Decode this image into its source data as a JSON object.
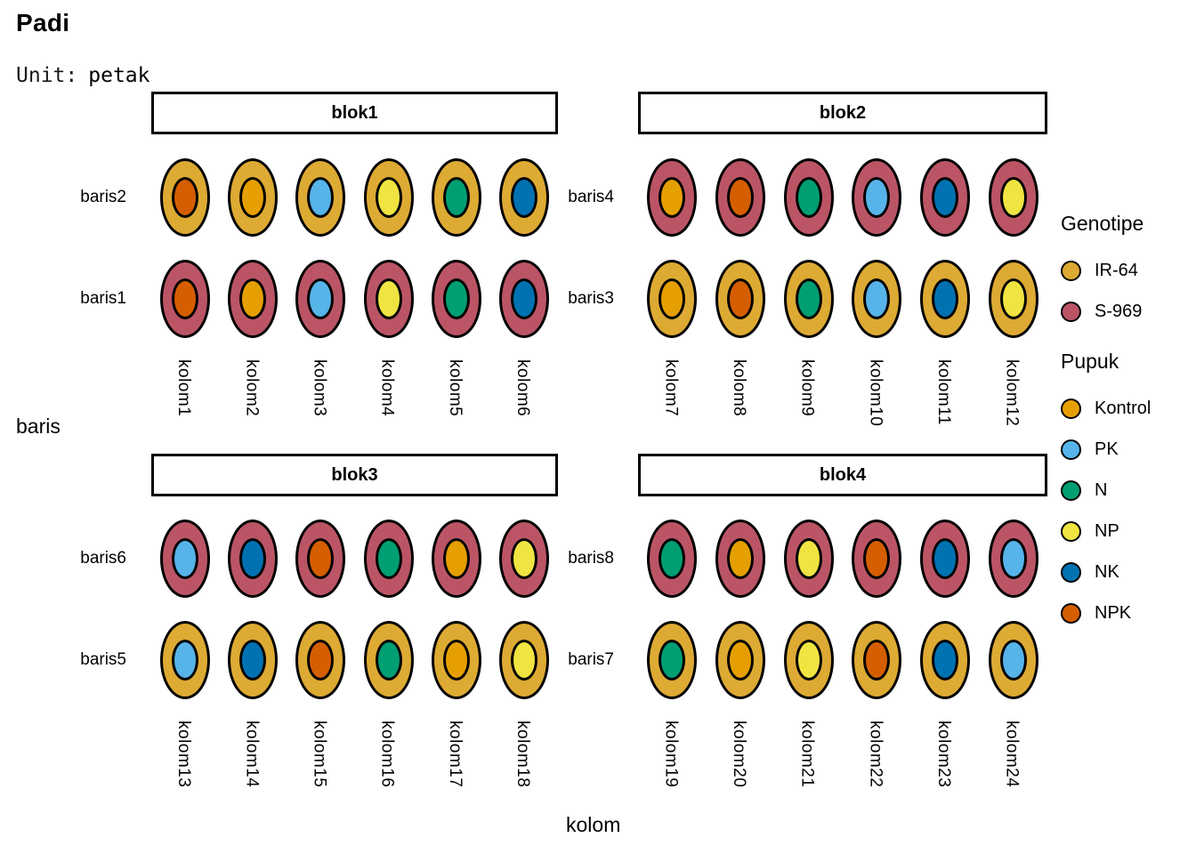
{
  "chart_data": {
    "type": "table",
    "title": "Padi",
    "unit_label": "Unit:",
    "unit_value": "petak",
    "xlabel": "kolom",
    "ylabel": "baris",
    "colors": {
      "genotype": {
        "IR-64": "#DDAA33",
        "S-969": "#BB5566"
      },
      "pupuk": {
        "Kontrol": "#E69F00",
        "PK": "#56B4E9",
        "N": "#009E73",
        "NP": "#F0E442",
        "NK": "#0072B2",
        "NPK": "#D55E00"
      }
    },
    "legend": {
      "genotype_title": "Genotipe",
      "genotype_items": [
        {
          "label": "IR-64",
          "color": "#DDAA33"
        },
        {
          "label": "S-969",
          "color": "#BB5566"
        }
      ],
      "pupuk_title": "Pupuk",
      "pupuk_items": [
        {
          "label": "Kontrol",
          "color": "#E69F00"
        },
        {
          "label": "PK",
          "color": "#56B4E9"
        },
        {
          "label": "N",
          "color": "#009E73"
        },
        {
          "label": "NP",
          "color": "#F0E442"
        },
        {
          "label": "NK",
          "color": "#0072B2"
        },
        {
          "label": "NPK",
          "color": "#D55E00"
        }
      ]
    },
    "blocks": [
      {
        "name": "blok1",
        "columns": [
          "kolom1",
          "kolom2",
          "kolom3",
          "kolom4",
          "kolom5",
          "kolom6"
        ],
        "rows": [
          {
            "label": "baris2",
            "genotype": "IR-64",
            "pupuk": [
              "NPK",
              "Kontrol",
              "PK",
              "NP",
              "N",
              "NK"
            ]
          },
          {
            "label": "baris1",
            "genotype": "S-969",
            "pupuk": [
              "NPK",
              "Kontrol",
              "PK",
              "NP",
              "N",
              "NK"
            ]
          }
        ]
      },
      {
        "name": "blok2",
        "columns": [
          "kolom7",
          "kolom8",
          "kolom9",
          "kolom10",
          "kolom11",
          "kolom12"
        ],
        "rows": [
          {
            "label": "baris4",
            "genotype": "S-969",
            "pupuk": [
              "Kontrol",
              "NPK",
              "N",
              "PK",
              "NK",
              "NP"
            ]
          },
          {
            "label": "baris3",
            "genotype": "IR-64",
            "pupuk": [
              "Kontrol",
              "NPK",
              "N",
              "PK",
              "NK",
              "NP"
            ]
          }
        ]
      },
      {
        "name": "blok3",
        "columns": [
          "kolom13",
          "kolom14",
          "kolom15",
          "kolom16",
          "kolom17",
          "kolom18"
        ],
        "rows": [
          {
            "label": "baris6",
            "genotype": "S-969",
            "pupuk": [
              "PK",
              "NK",
              "NPK",
              "N",
              "Kontrol",
              "NP"
            ]
          },
          {
            "label": "baris5",
            "genotype": "IR-64",
            "pupuk": [
              "PK",
              "NK",
              "NPK",
              "N",
              "Kontrol",
              "NP"
            ]
          }
        ]
      },
      {
        "name": "blok4",
        "columns": [
          "kolom19",
          "kolom20",
          "kolom21",
          "kolom22",
          "kolom23",
          "kolom24"
        ],
        "rows": [
          {
            "label": "baris8",
            "genotype": "S-969",
            "pupuk": [
              "N",
              "Kontrol",
              "NP",
              "NPK",
              "NK",
              "PK"
            ]
          },
          {
            "label": "baris7",
            "genotype": "IR-64",
            "pupuk": [
              "N",
              "Kontrol",
              "NP",
              "NPK",
              "NK",
              "PK"
            ]
          }
        ]
      }
    ]
  }
}
